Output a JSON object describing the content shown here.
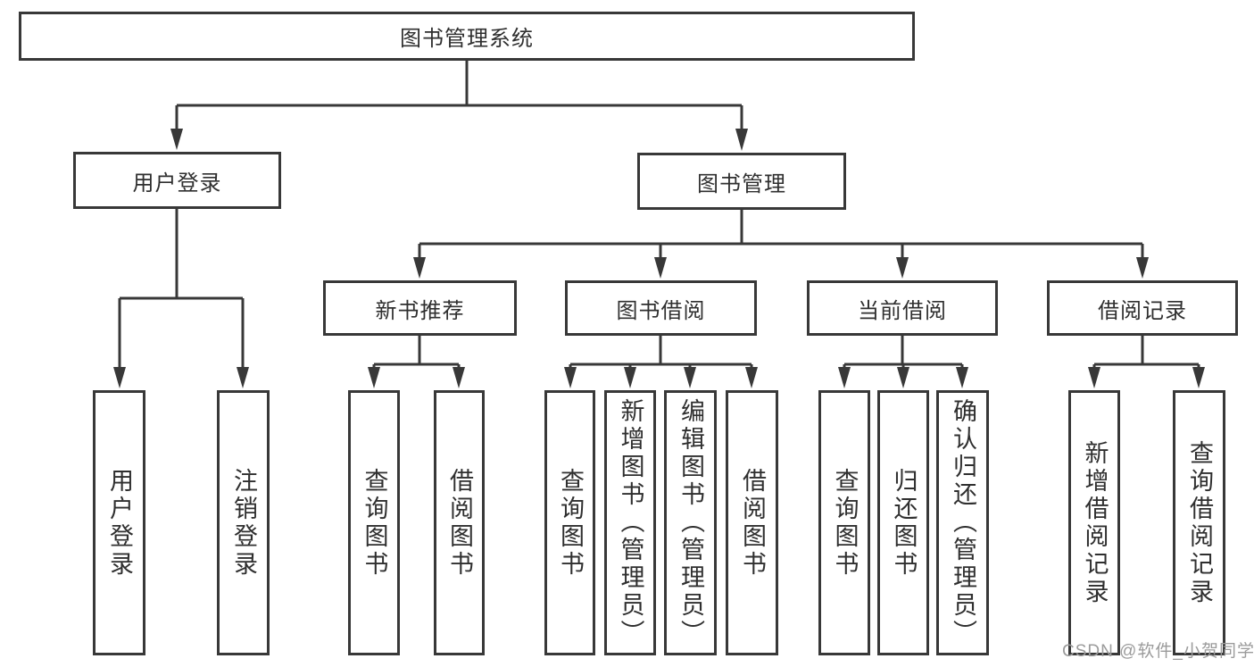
{
  "diagram": {
    "title": "图书管理系统",
    "nodes": {
      "root": "图书管理系统",
      "user_login": "用户登录",
      "book_mgmt": "图书管理",
      "new_books": "新书推荐",
      "book_borrow": "图书借阅",
      "current_borrow": "当前借阅",
      "borrow_records": "借阅记录",
      "leaves": {
        "user": [
          "用户登录",
          "注销登录"
        ],
        "recommend": [
          "查询图书",
          "借阅图书"
        ],
        "borrow": [
          "查询图书",
          "新增图书（管理员）",
          "编辑图书（管理员）",
          "借阅图书"
        ],
        "current": [
          "查询图书",
          "归还图书",
          "确认归还（管理员）"
        ],
        "records": [
          "新增借阅记录",
          "查询借阅记录"
        ]
      }
    },
    "colors": {
      "line": "#383838",
      "text": "#2f2f2f",
      "background": "#ffffff",
      "watermark": "#9b9b9b"
    }
  },
  "watermark": "CSDN @软件_小贺同学"
}
